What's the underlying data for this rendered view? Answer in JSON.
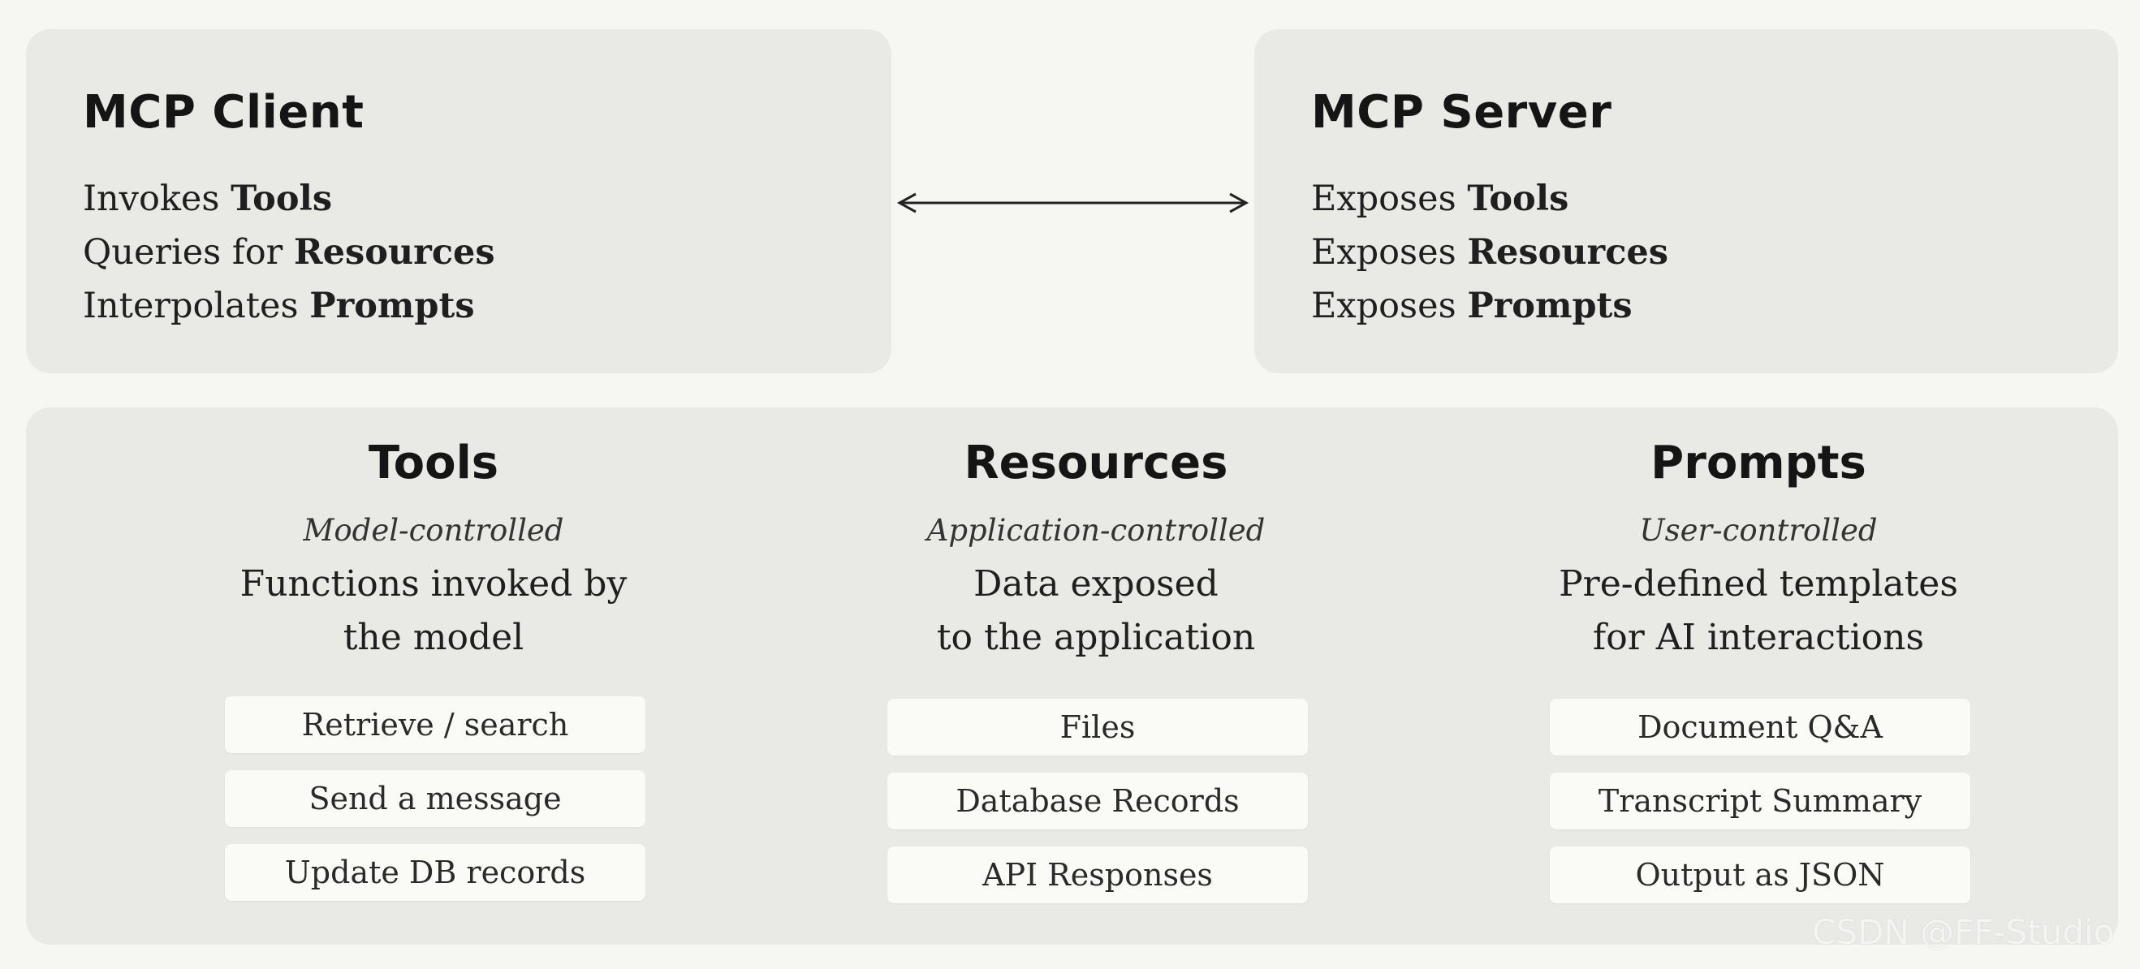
{
  "client": {
    "title": "MCP Client",
    "lines": [
      {
        "prefix": "Invokes ",
        "bold": "Tools"
      },
      {
        "prefix": "Queries for ",
        "bold": "Resources"
      },
      {
        "prefix": "Interpolates ",
        "bold": "Prompts"
      }
    ]
  },
  "server": {
    "title": "MCP Server",
    "lines": [
      {
        "prefix": "Exposes ",
        "bold": "Tools"
      },
      {
        "prefix": "Exposes ",
        "bold": "Resources"
      },
      {
        "prefix": "Exposes ",
        "bold": "Prompts"
      }
    ]
  },
  "columns": [
    {
      "title": "Tools",
      "control": "Model-controlled",
      "desc_lines": [
        "Functions invoked by",
        "the model"
      ],
      "items": [
        "Retrieve / search",
        "Send a message",
        "Update DB records"
      ]
    },
    {
      "title": "Resources",
      "control": "Application-controlled",
      "desc_lines": [
        "Data exposed",
        "to the application"
      ],
      "items": [
        "Files",
        "Database Records",
        "API Responses"
      ]
    },
    {
      "title": "Prompts",
      "control": "User-controlled",
      "desc_lines": [
        "Pre-defined templates",
        "for AI interactions"
      ],
      "items": [
        "Document Q&A",
        "Transcript Summary",
        "Output as JSON"
      ]
    }
  ],
  "watermark": "CSDN @FF-Studio",
  "colors": {
    "background": "#f6f6f3",
    "panel": "#e9e9e5",
    "pill": "#fafaf7",
    "text": "#1f1f1f"
  }
}
